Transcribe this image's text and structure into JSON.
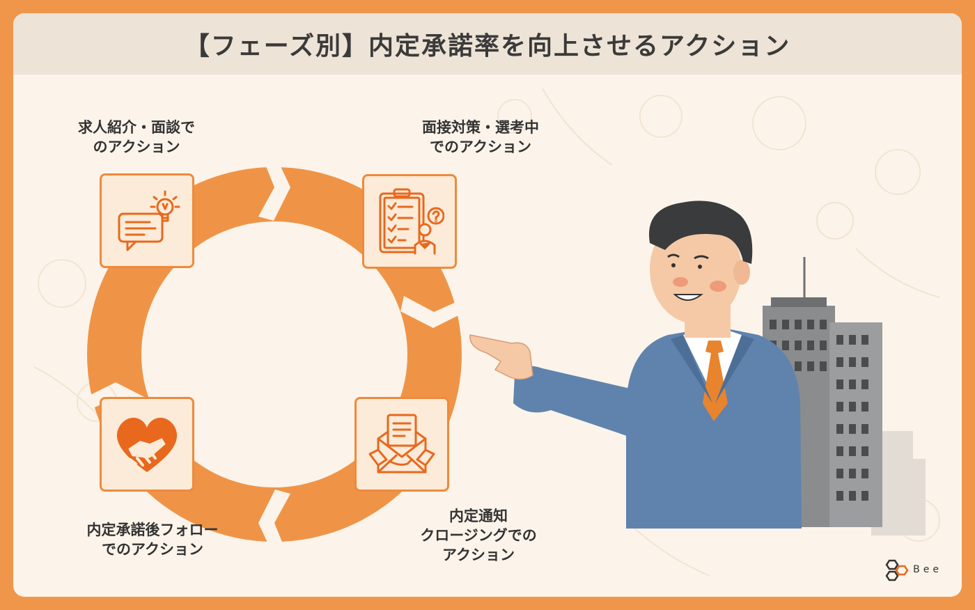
{
  "title": "【フェーズ別】内定承諾率を向上させるアクション",
  "phases": [
    {
      "line1": "求人紹介・面談で",
      "line2": "のアクション",
      "line3": "",
      "icon": "lightbulb-speech-icon"
    },
    {
      "line1": "面接対策・選考中",
      "line2": "でのアクション",
      "line3": "",
      "icon": "clipboard-checklist-icon"
    },
    {
      "line1": "内定通知",
      "line2": "クロージングでの",
      "line3": "アクション",
      "icon": "envelope-handshake-icon"
    },
    {
      "line1": "内定承諾後フォロー",
      "line2": "でのアクション",
      "line3": "",
      "icon": "heart-handshake-icon"
    }
  ],
  "logo": {
    "text": "Bee",
    "icon": "bee-logo-icon"
  },
  "colors": {
    "frame": "#f0964a",
    "ring": "#ef9447",
    "accent": "#e8681e",
    "suit": "#5f83ad",
    "tie": "#e8842e"
  }
}
